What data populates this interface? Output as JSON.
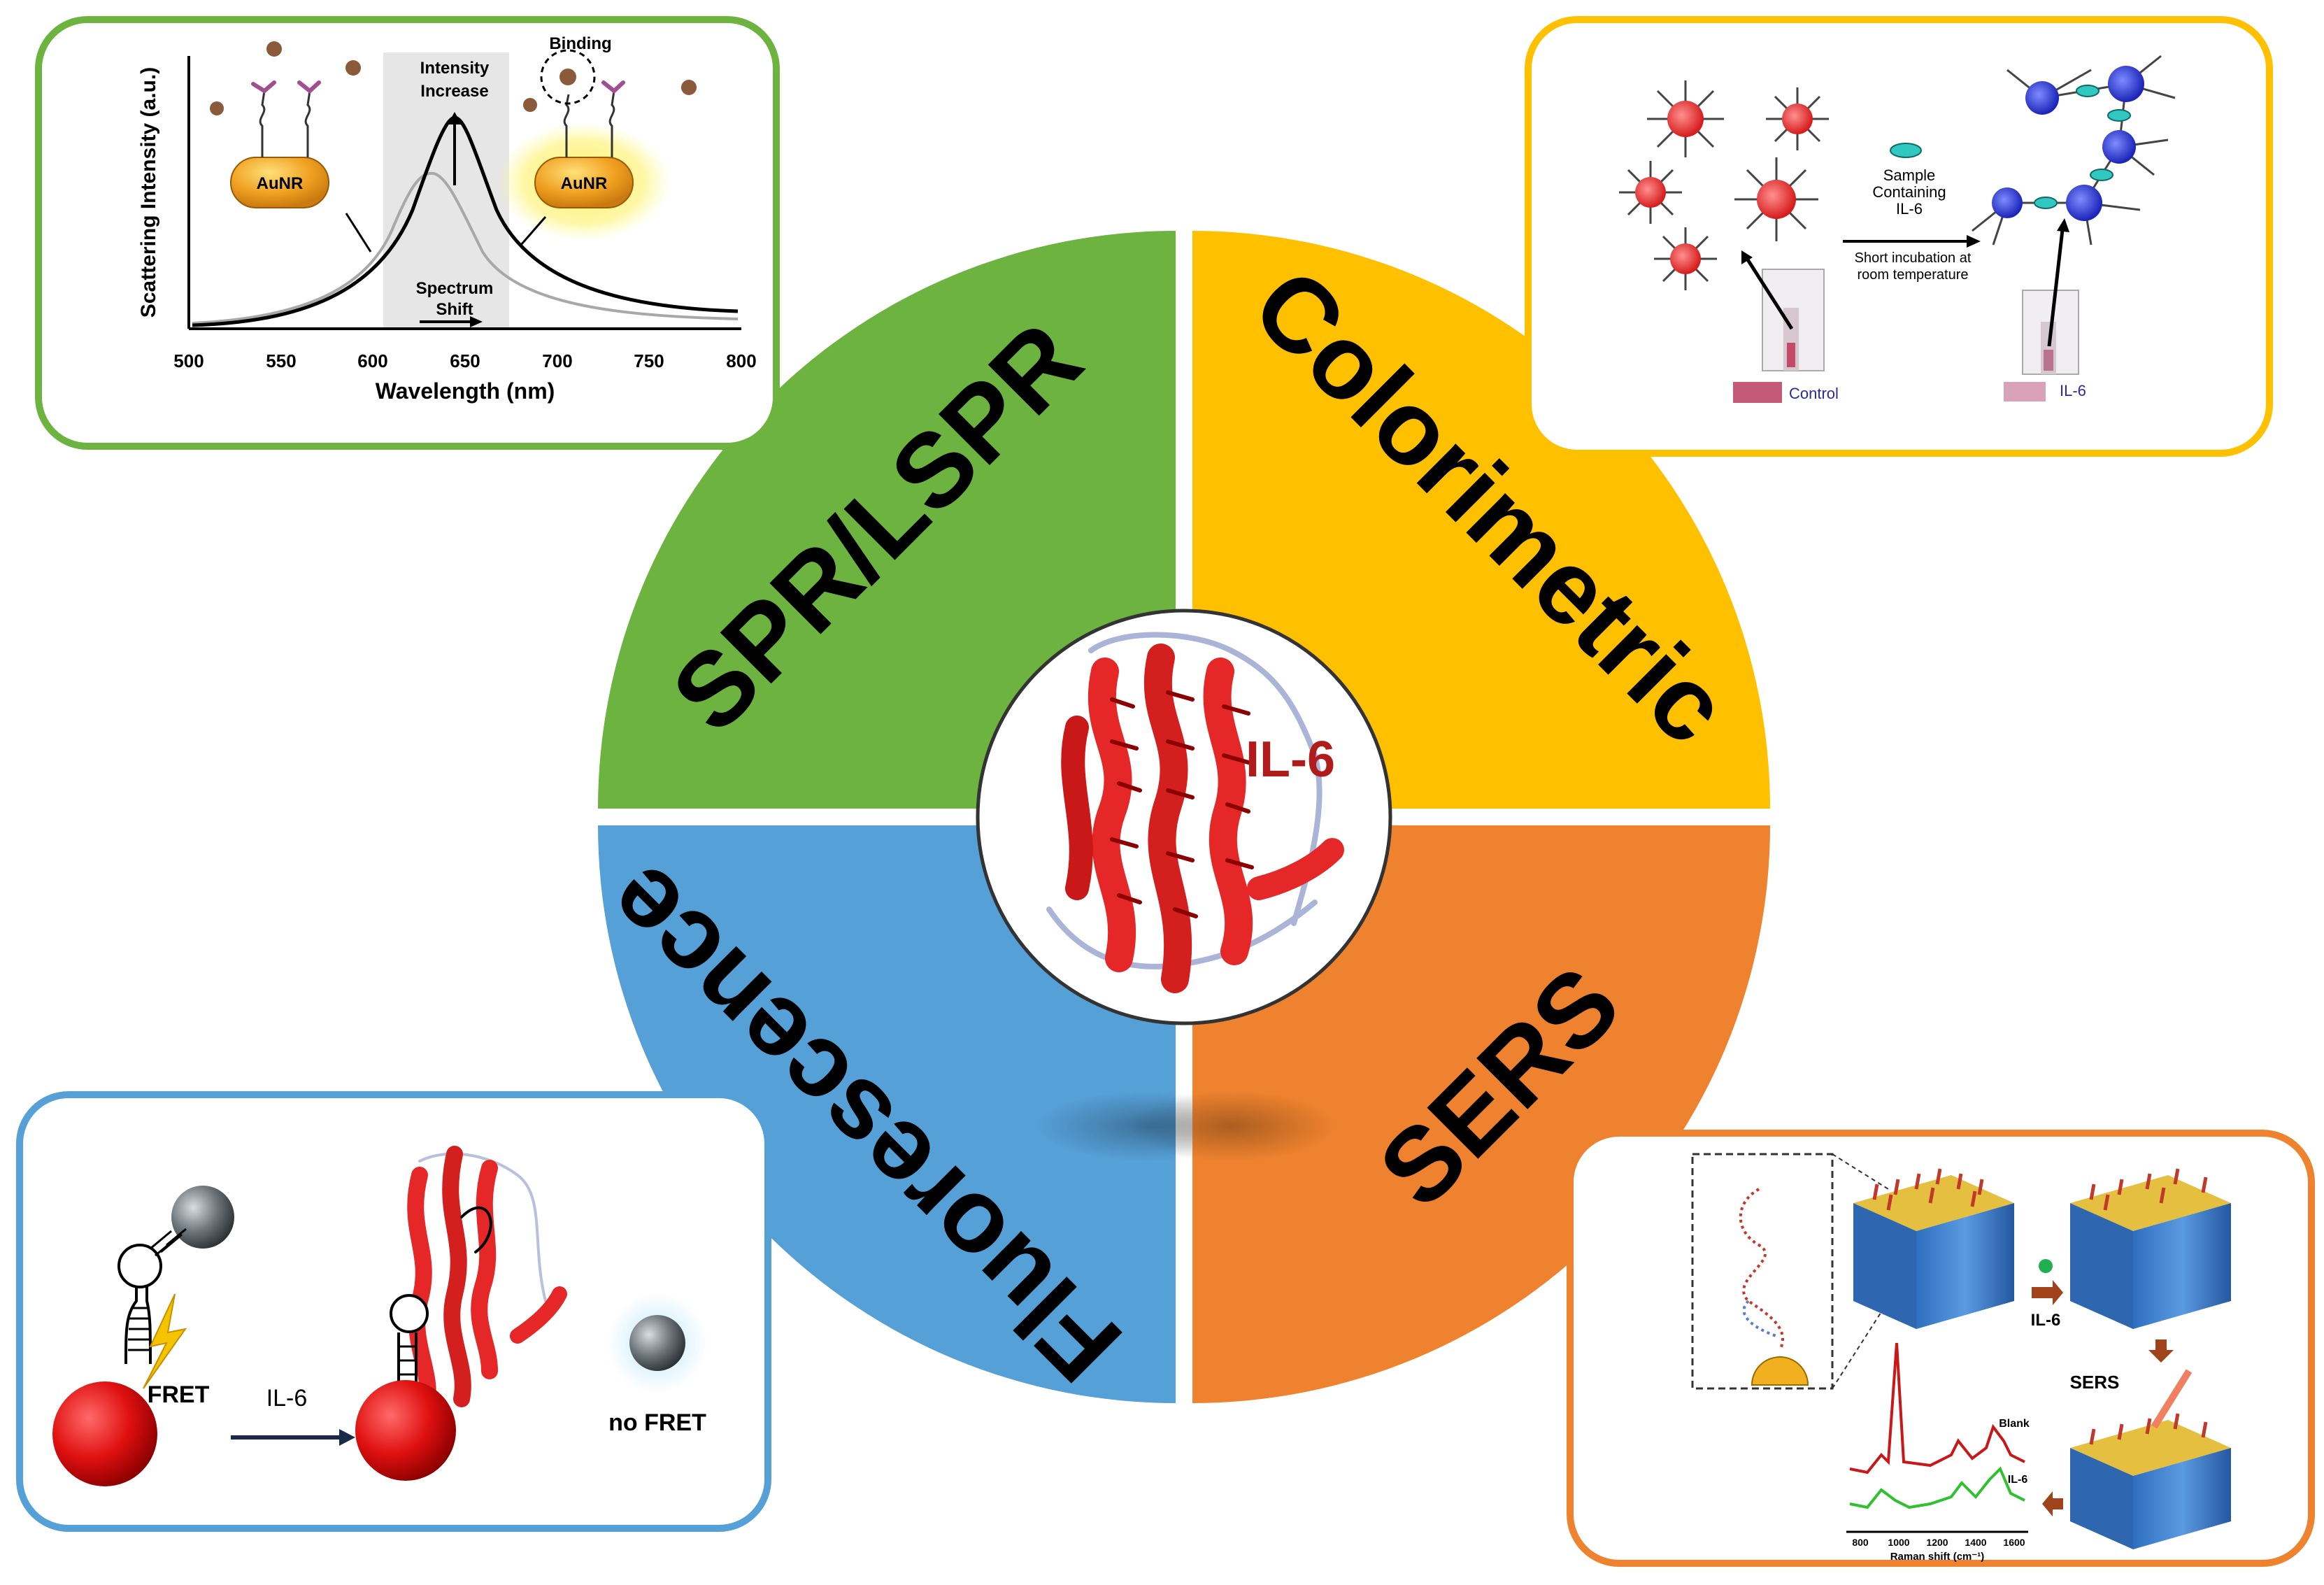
{
  "center": {
    "label": "IL-6"
  },
  "quadrants": {
    "top_left": {
      "label": "SPR/LSPR",
      "color": "#6db33f"
    },
    "top_right": {
      "label": "Colorimetric",
      "color": "#ffc000"
    },
    "bottom_left": {
      "label": "Fluorescence",
      "color": "#56a0d8"
    },
    "bottom_right": {
      "label": "SERS",
      "color": "#ee822e"
    }
  },
  "spr_panel": {
    "border_color": "#6db33f",
    "y_axis_label": "Scattering Intensity (a.u.)",
    "x_axis_label": "Wavelength (nm)",
    "x_ticks": [
      "500",
      "550",
      "600",
      "650",
      "700",
      "750",
      "800"
    ],
    "annotation_intensity": "Intensity",
    "annotation_increase": "Increase",
    "annotation_binding": "Binding",
    "annotation_spectrum": "Spectrum",
    "annotation_shift": "Shift",
    "rod_label_left": "AuNR",
    "rod_label_right": "AuNR"
  },
  "colorimetric_panel": {
    "border_color": "#ffc000",
    "sample_line1": "Sample",
    "sample_line2": "Containing",
    "sample_line3": "IL-6",
    "incubation_line1": "Short incubation at",
    "incubation_line2": "room temperature",
    "control_label": "Control",
    "il6_label": "IL-6"
  },
  "fluorescence_panel": {
    "border_color": "#56a0d8",
    "fret_label": "FRET",
    "arrow_label": "IL-6",
    "no_fret_label": "no FRET"
  },
  "sers_panel": {
    "border_color": "#ee822e",
    "il6_label": "IL-6",
    "sers_label": "SERS",
    "x_axis_label": "Raman shift (cm⁻¹)",
    "x_ticks": [
      "800",
      "1000",
      "1200",
      "1400",
      "1600"
    ],
    "series_blank": "Blank",
    "series_il6": "IL-6"
  }
}
